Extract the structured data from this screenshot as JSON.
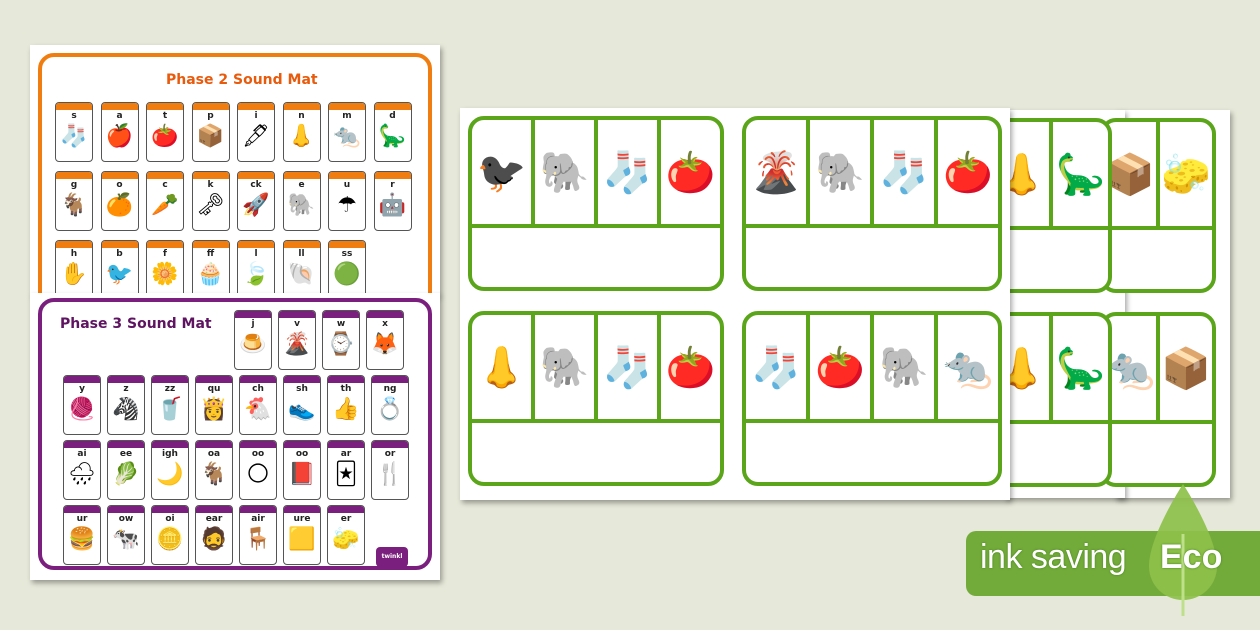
{
  "phase2": {
    "title": "Phase 2 Sound Mat",
    "accent": "#ef7d10",
    "title_color": "#e85a0c",
    "rows": [
      [
        {
          "l": "s",
          "p": "🧦"
        },
        {
          "l": "a",
          "p": "🍎"
        },
        {
          "l": "t",
          "p": "🍅"
        },
        {
          "l": "p",
          "p": "📦"
        },
        {
          "l": "i",
          "p": "🖋"
        },
        {
          "l": "n",
          "p": "👃"
        },
        {
          "l": "m",
          "p": "🐀"
        },
        {
          "l": "d",
          "p": "🦕"
        }
      ],
      [
        {
          "l": "g",
          "p": "🐐"
        },
        {
          "l": "o",
          "p": "🍊"
        },
        {
          "l": "c",
          "p": "🥕"
        },
        {
          "l": "k",
          "p": "🗝"
        },
        {
          "l": "ck",
          "p": "🚀"
        },
        {
          "l": "e",
          "p": "🐘"
        },
        {
          "l": "u",
          "p": "☂"
        },
        {
          "l": "r",
          "p": "🤖"
        }
      ],
      [
        {
          "l": "h",
          "p": "✋"
        },
        {
          "l": "b",
          "p": "🐦"
        },
        {
          "l": "f",
          "p": "🌼"
        },
        {
          "l": "ff",
          "p": "🧁"
        },
        {
          "l": "l",
          "p": "🍃"
        },
        {
          "l": "ll",
          "p": "🐚"
        },
        {
          "l": "ss",
          "p": "🟢"
        }
      ]
    ]
  },
  "phase3": {
    "title": "Phase 3 Sound Mat",
    "accent": "#7b1f7e",
    "title_color": "#5e1460",
    "top_row": [
      {
        "l": "j",
        "p": "🍮"
      },
      {
        "l": "v",
        "p": "🌋"
      },
      {
        "l": "w",
        "p": "⌚"
      },
      {
        "l": "x",
        "p": "🦊"
      }
    ],
    "rows": [
      [
        {
          "l": "y",
          "p": "🧶"
        },
        {
          "l": "z",
          "p": "🦓"
        },
        {
          "l": "zz",
          "p": "🥤"
        },
        {
          "l": "qu",
          "p": "👸"
        },
        {
          "l": "ch",
          "p": "🐔"
        },
        {
          "l": "sh",
          "p": "👟"
        },
        {
          "l": "th",
          "p": "👍"
        },
        {
          "l": "ng",
          "p": "💍"
        }
      ],
      [
        {
          "l": "ai",
          "p": "🌧"
        },
        {
          "l": "ee",
          "p": "🥬"
        },
        {
          "l": "igh",
          "p": "🌙"
        },
        {
          "l": "oa",
          "p": "🐐"
        },
        {
          "l": "oo",
          "p": "🌕"
        },
        {
          "l": "oo",
          "p": "📕"
        },
        {
          "l": "ar",
          "p": "🃏"
        },
        {
          "l": "or",
          "p": "🍴"
        }
      ],
      [
        {
          "l": "ur",
          "p": "🍔"
        },
        {
          "l": "ow",
          "p": "🐄"
        },
        {
          "l": "oi",
          "p": "🪙"
        },
        {
          "l": "ear",
          "p": "🧔"
        },
        {
          "l": "air",
          "p": "🪑"
        },
        {
          "l": "ure",
          "p": "🟨"
        },
        {
          "l": "er",
          "p": "🧽"
        }
      ]
    ],
    "logo": "twinkl"
  },
  "word_cards": {
    "border_color": "#5aa51a",
    "cards": [
      {
        "pics": [
          "🐦‍⬛",
          "🐘",
          "🧦",
          "🍅"
        ]
      },
      {
        "pics": [
          "🌋",
          "🐘",
          "🧦",
          "🍅"
        ]
      },
      {
        "pics": [
          "👃",
          "🐘",
          "🧦",
          "🍅"
        ]
      },
      {
        "pics": [
          "🧦",
          "🍅",
          "🐘",
          "🐀"
        ]
      }
    ],
    "back_sheet_1": {
      "top": [
        "👃",
        "🦕"
      ],
      "bottom": [
        "👃",
        "🦕"
      ]
    },
    "back_sheet_2": {
      "top": [
        "📦",
        "🧽"
      ],
      "bottom": [
        "🐀",
        "📦"
      ]
    }
  },
  "badge": {
    "label": "ink saving",
    "eco": "Eco",
    "color": "#73ab3b"
  }
}
